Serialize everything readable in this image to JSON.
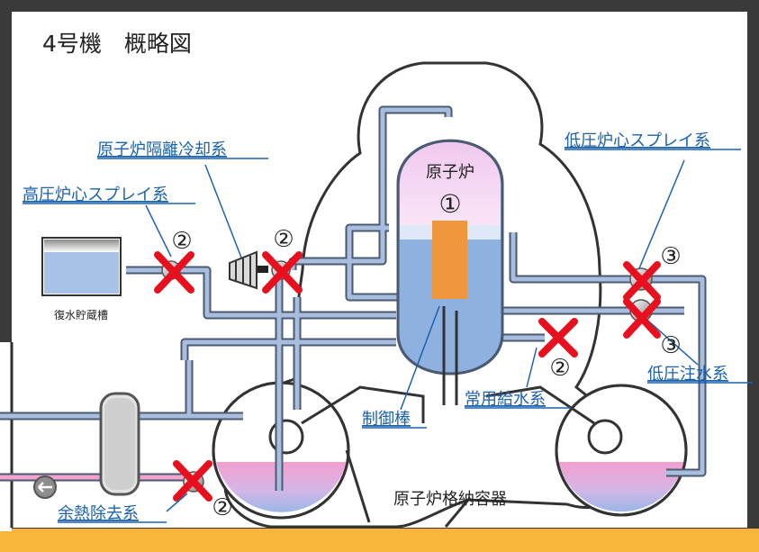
{
  "title": "4号機　概略図",
  "labels": {
    "reactor": "原子炉",
    "containment": "原子炉格納容器",
    "tank": "復水貯蔵槽",
    "ric": "原子炉隔離冷却系",
    "hpcs": "高圧炉心スプレイ系",
    "lpcs": "低圧炉心スプレイ系",
    "lpci": "低圧注水系",
    "feedwater": "常用給水系",
    "control_rod": "制御棒",
    "rhr": "余熱除去系"
  },
  "markers": {
    "m1": "①",
    "m2": "②",
    "m3": "③"
  },
  "colors": {
    "frame": "#2f2f2f",
    "pipe_outline": "#4a5a70",
    "pipe_fill": "#a9bedf",
    "water": "#8fb1e0",
    "reactor_top": "#f5d9f4",
    "fuel": "#f0973e",
    "pink_water": "#f29ac9",
    "cross": "#e8101e",
    "link_text": "#1b62ad",
    "bottom_band": "#f8b63a"
  }
}
